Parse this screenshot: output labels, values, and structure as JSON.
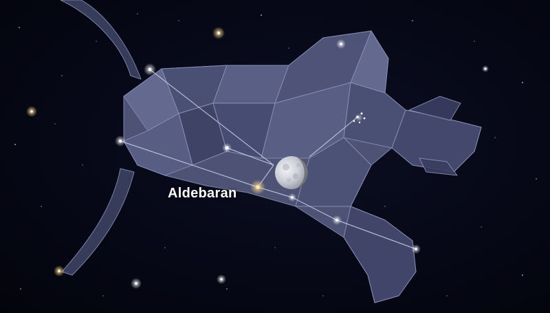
{
  "scene": {
    "constellation": "taurus-bull-figure",
    "object": "moon",
    "colors": {
      "sky": "#05060f",
      "figure": "#545a7e",
      "figure_edge": "#8a90b8",
      "constellation_line": "#c9cde6",
      "label": "#ffffff"
    }
  },
  "labels": {
    "star": "Aldebaran"
  }
}
